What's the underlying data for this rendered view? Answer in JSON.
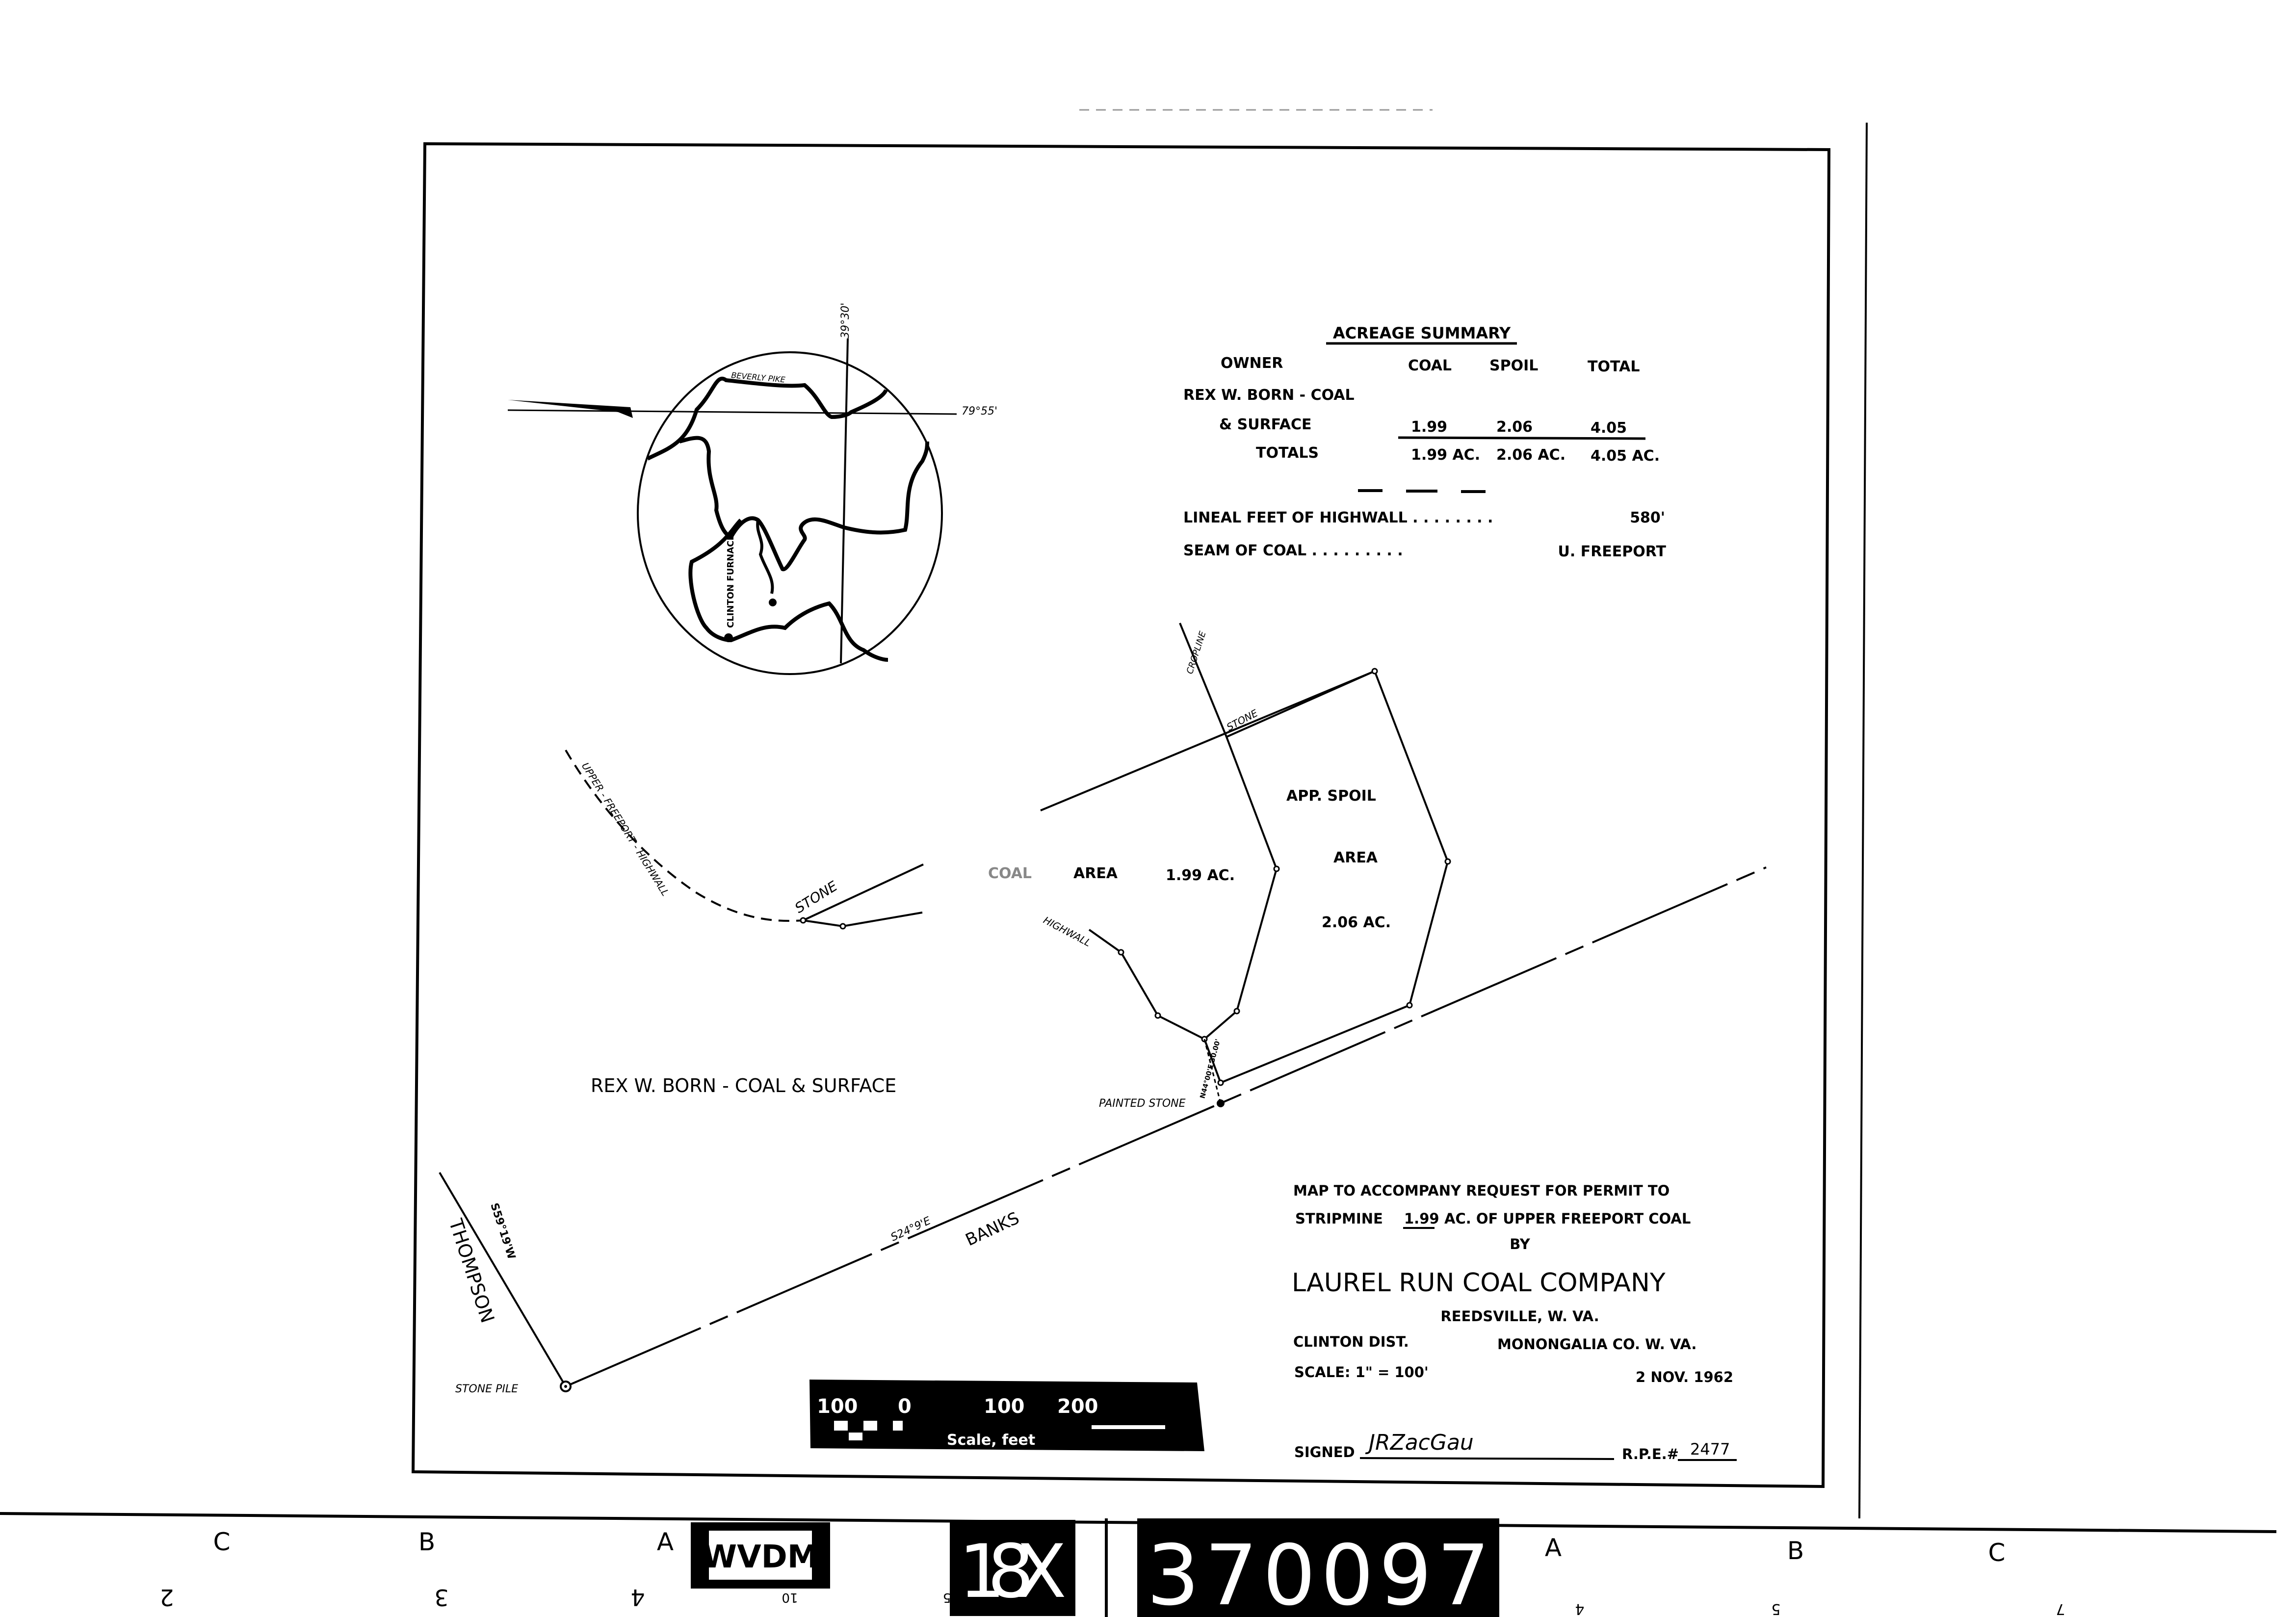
{
  "acreage_summary": {
    "title": "ACREAGE SUMMARY",
    "headers": {
      "owner": "OWNER",
      "coal": "COAL",
      "spoil": "SPOIL",
      "total": "TOTAL"
    },
    "owner_line1": "REX W. BORN - COAL",
    "owner_line2": "& SURFACE",
    "row": {
      "coal": "1.99",
      "spoil": "2.06",
      "total": "4.05"
    },
    "totals_label": "TOTALS",
    "totals": {
      "coal": "1.99 AC.",
      "spoil": "2.06 AC.",
      "total": "4.05 AC."
    },
    "highwall_label": "LINEAL FEET OF HIGHWALL . . . . . . . .",
    "highwall_value": "580'",
    "seam_label": "SEAM OF COAL . . . . . . . . .",
    "seam_value": "U. FREEPORT"
  },
  "location_map": {
    "road": "BEVERLY PIKE",
    "longitude": "79°55'",
    "latitude": "39°30'",
    "town": "CLINTON FURNACE"
  },
  "map_labels": {
    "coal_area": "COAL",
    "coal_area_word": "AREA",
    "coal_acres": "1.99 AC.",
    "spoil_line1": "APP. SPOIL",
    "spoil_line2": "AREA",
    "spoil_acres": "2.06 AC.",
    "owner": "REX W. BORN - COAL & SURFACE",
    "stone_left": "STONE",
    "stone_top": "STONE",
    "cropline": "CROPLINE",
    "highwall_left": "UPPER - FREEPORT - HIGHWALL",
    "highwall_mid": "HIGHWALL",
    "painted_stone": "PAINTED STONE",
    "bearing_short": "N44°00'E 30.00'",
    "stone_pile": "STONE PILE",
    "thompson": "THOMPSON",
    "thompson_bearing": "S59°19'W",
    "banks": "BANKS",
    "banks_bearing": "S24°9'E"
  },
  "scale_bar": {
    "labels": [
      "100",
      "0",
      "100",
      "200"
    ],
    "caption": "Scale, feet"
  },
  "title_block": {
    "line1": "MAP TO ACCOMPANY REQUEST FOR PERMIT TO",
    "line2_pre": "STRIPMINE",
    "line2_acres": "1.99",
    "line2_post": "AC. OF UPPER FREEPORT COAL",
    "by": "BY",
    "company": "LAUREL RUN COAL COMPANY",
    "city": "REEDSVILLE, W. VA.",
    "district": "CLINTON DIST.",
    "county": "MONONGALIA CO. W. VA.",
    "scale": "SCALE: 1\" = 100'",
    "date": "2 NOV. 1962",
    "signed_label": "SIGNED",
    "signature": "JRZacGau",
    "rpe_label": "R.P.E.#",
    "rpe_number": "2477"
  },
  "film_strip": {
    "left_letters": [
      "C",
      "B",
      "A"
    ],
    "right_letters": [
      "A",
      "B",
      "C"
    ],
    "bottom_numbers": [
      "2",
      "3",
      "4",
      "10",
      "5",
      "4",
      "5",
      "7"
    ],
    "stamp": "WVDM",
    "reel": "18X",
    "frame_number": "370097"
  }
}
